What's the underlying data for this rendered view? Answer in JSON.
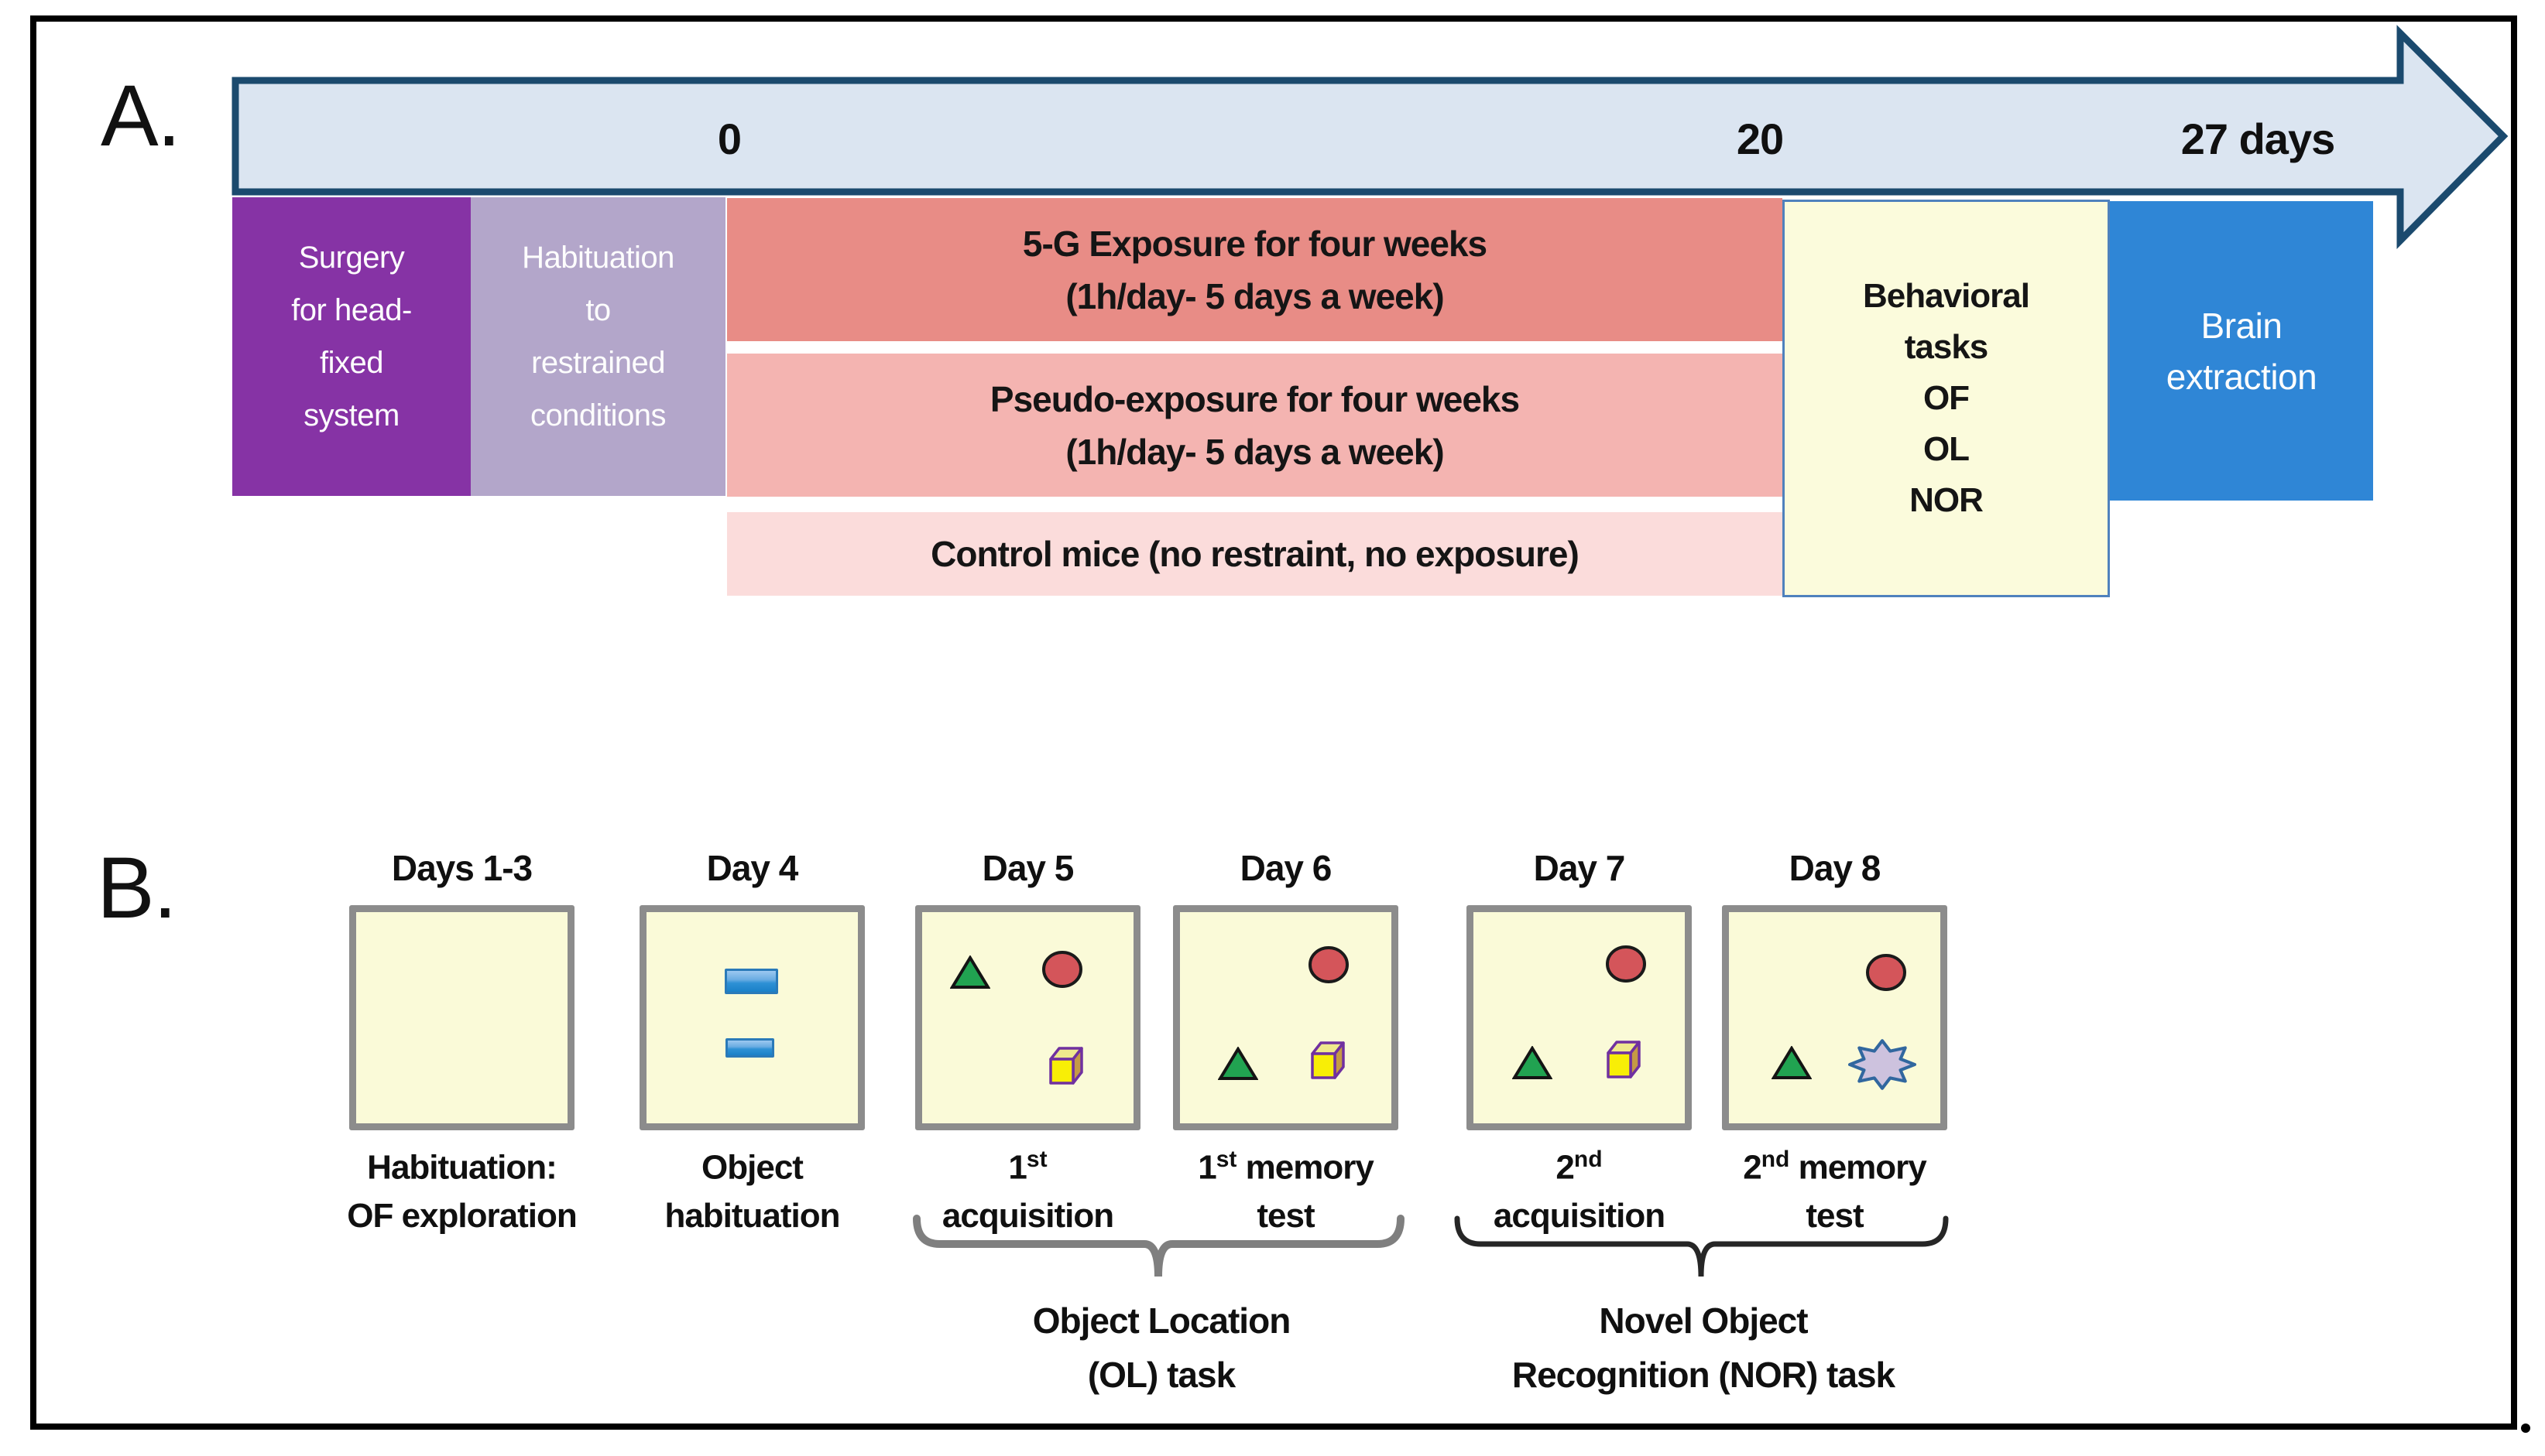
{
  "figure": {
    "panel_a_label": "A.",
    "panel_b_label": "B.",
    "trailing_period": "."
  },
  "timeline": {
    "tick_0": "0",
    "tick_20": "20",
    "tick_end": "27 days",
    "arrow_fill": "#dbe5f1",
    "arrow_border": "#1b4a6e"
  },
  "stages": {
    "surgery": {
      "text": "Surgery\nfor head-\nfixed\nsystem",
      "color": "#8633a5"
    },
    "habituation": {
      "text": "Habituation\nto\nrestrained\nconditions",
      "color": "#b3a6ca"
    },
    "exposure": {
      "text": "5-G Exposure for four weeks\n(1h/day- 5 days a week)",
      "color": "#e88c86"
    },
    "pseudo_exposure": {
      "text": "Pseudo-exposure for four weeks\n(1h/day- 5 days a week)",
      "color": "#f4b4b1"
    },
    "control": {
      "text": "Control mice (no restraint, no exposure)",
      "color": "#fbdcdb"
    },
    "behavioral": {
      "text": "Behavioral\ntasks\nOF\nOL\nNOR",
      "color": "#fbfbdc"
    },
    "brain": {
      "text": "Brain\nextraction",
      "color": "#2f86d6"
    }
  },
  "days": [
    {
      "label": "Days 1-3",
      "cap1_pre": "Habituation:",
      "cap1_sup": "",
      "cap1_post": "",
      "cap2": "OF exploration",
      "objects": []
    },
    {
      "label": "Day 4",
      "cap1_pre": "Object",
      "cap1_sup": "",
      "cap1_post": "",
      "cap2": "habituation",
      "objects": [
        "blue-block",
        "blue-block"
      ]
    },
    {
      "label": "Day 5",
      "cap1_pre": "1",
      "cap1_sup": "st",
      "cap1_post": "",
      "cap2": "acquisition",
      "objects": [
        "green-triangle",
        "red-circle",
        "yellow-cube"
      ]
    },
    {
      "label": "Day 6",
      "cap1_pre": "1",
      "cap1_sup": "st",
      "cap1_post": " memory",
      "cap2": "test",
      "objects": [
        "red-circle",
        "green-triangle",
        "yellow-cube"
      ]
    },
    {
      "label": "Day 7",
      "cap1_pre": "2",
      "cap1_sup": "nd",
      "cap1_post": "",
      "cap2": "acquisition",
      "objects": [
        "red-circle",
        "green-triangle",
        "yellow-cube"
      ]
    },
    {
      "label": "Day 8",
      "cap1_pre": "2",
      "cap1_sup": "nd",
      "cap1_post": " memory",
      "cap2": "test",
      "objects": [
        "red-circle",
        "green-triangle",
        "purple-starburst"
      ]
    }
  ],
  "tasks": {
    "ol": {
      "line1": "Object Location",
      "line2": "(OL) task"
    },
    "nor": {
      "line1": "Novel Object",
      "line2": "Recognition (NOR) task"
    }
  },
  "object_colors": {
    "triangle_fill": "#21a351",
    "circle_fill": "#d4555a",
    "cube_front": "#f8ee06",
    "cube_outline": "#7030a0",
    "starburst_fill": "#cdc2de",
    "starburst_outline": "#31679f",
    "arena_fill": "#fafad8",
    "arena_border": "#8c8c8c"
  }
}
